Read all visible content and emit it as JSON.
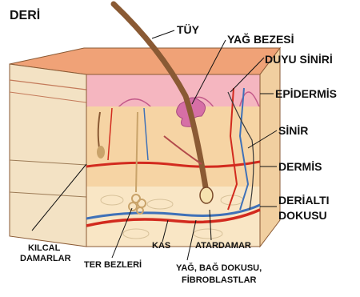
{
  "title": "DERİ",
  "labels": {
    "tuy": "TÜY",
    "yag_bezesi": "YAĞ BEZESİ",
    "duyu_siniri": "DUYU SİNİRİ",
    "epidermis": "EPİDERMİS",
    "sinir": "SİNİR",
    "dermis": "DERMİS",
    "derialti_1": "DERİALTI",
    "derialti_2": "DOKUSU",
    "kilcal_1": "KILCAL",
    "kilcal_2": "DAMARLAR",
    "ter_bezleri": "TER BEZLERİ",
    "kas": "KAS",
    "atardamar": "ATARDAMAR",
    "yag_bag_1": "YAĞ, BAĞ DOKUSU,",
    "yag_bag_2": "FİBROBLASTLAR"
  },
  "colors": {
    "skin_top": "#f0a277",
    "epidermis": "#f5b6c0",
    "dermis": "#f6d4a4",
    "subcutaneous": "#f9e6c5",
    "artery": "#d22a1e",
    "vein": "#3f71b8",
    "hair": "#8a5a34",
    "sebaceous": "#d66fa6"
  }
}
